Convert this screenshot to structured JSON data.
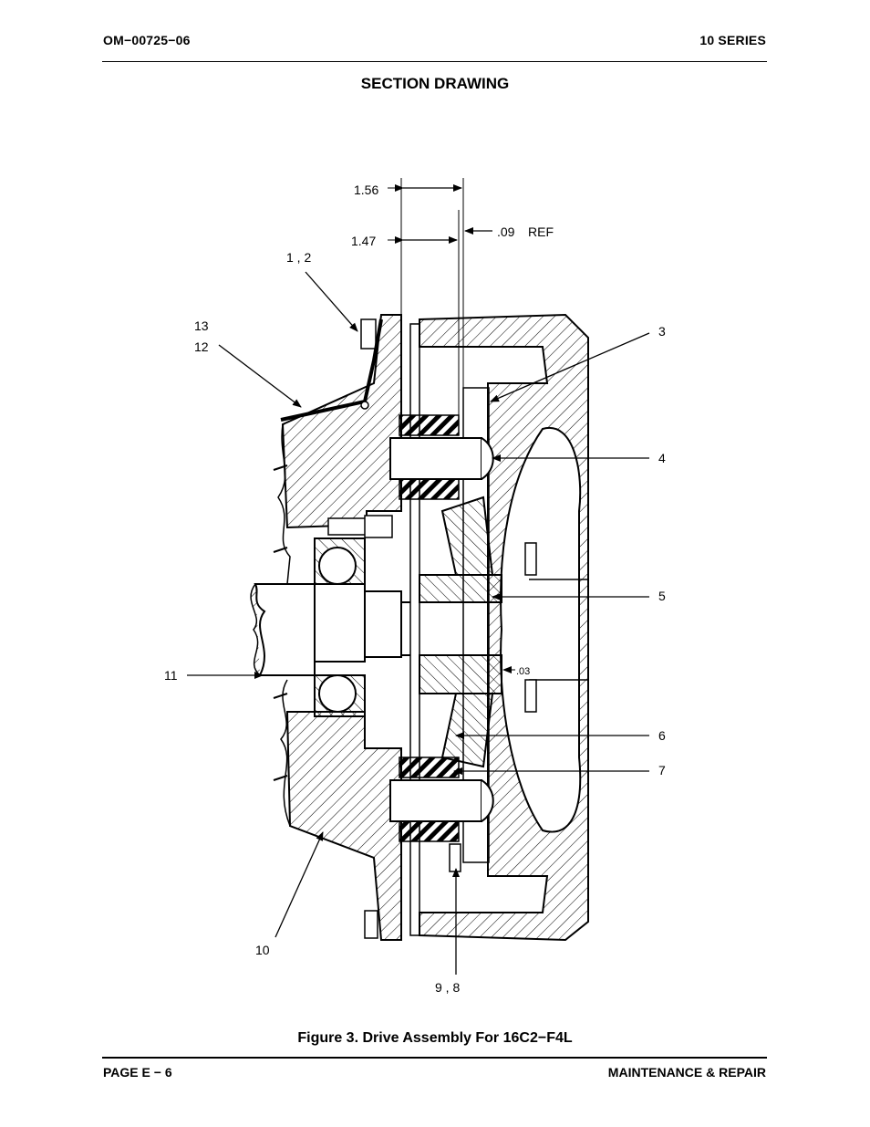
{
  "header": {
    "doc_number": "OM−00725−06",
    "series": "10 SERIES"
  },
  "section_title": "SECTION DRAWING",
  "figure": {
    "caption": "Figure 3. Drive Assembly For 16C2−F4L",
    "dimensions": {
      "d156": "1.56",
      "d147": "1.47",
      "d09": ".09",
      "ref": "REF",
      "d03": ".03"
    },
    "callouts": {
      "c12": "1 , 2",
      "c13": "13",
      "c12b": "12",
      "c3": "3",
      "c4": "4",
      "c5": "5",
      "c6": "6",
      "c7": "7",
      "c11": "11",
      "c10": "10",
      "c98": "9 , 8"
    }
  },
  "footer": {
    "page": "PAGE E − 6",
    "section": "MAINTENANCE & REPAIR"
  }
}
